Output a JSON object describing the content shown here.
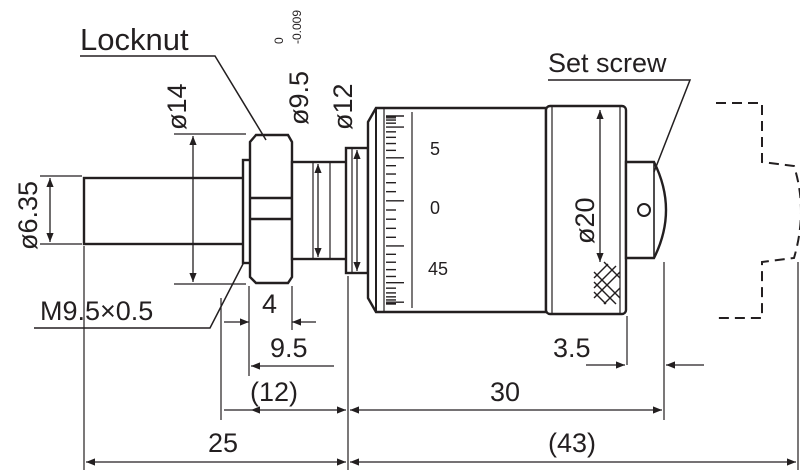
{
  "labels": {
    "locknut": "Locknut",
    "set_screw": "Set screw",
    "thread": "M9.5×0.5"
  },
  "diameters": {
    "d635": "ø6.35",
    "d14": "ø14",
    "d95": "ø9.5",
    "d95_tol_upper": "0",
    "d95_tol_lower": "-0.009",
    "d12": "ø12",
    "d20": "ø20"
  },
  "lengths": {
    "l4": "4",
    "l95": "9.5",
    "l12": "(12)",
    "l30": "30",
    "l35": "3.5",
    "l25": "25",
    "l43": "(43)"
  },
  "thimble_scale": [
    "5",
    "0",
    "45"
  ],
  "colors": {
    "line": "#231f20",
    "background": "#ffffff"
  }
}
